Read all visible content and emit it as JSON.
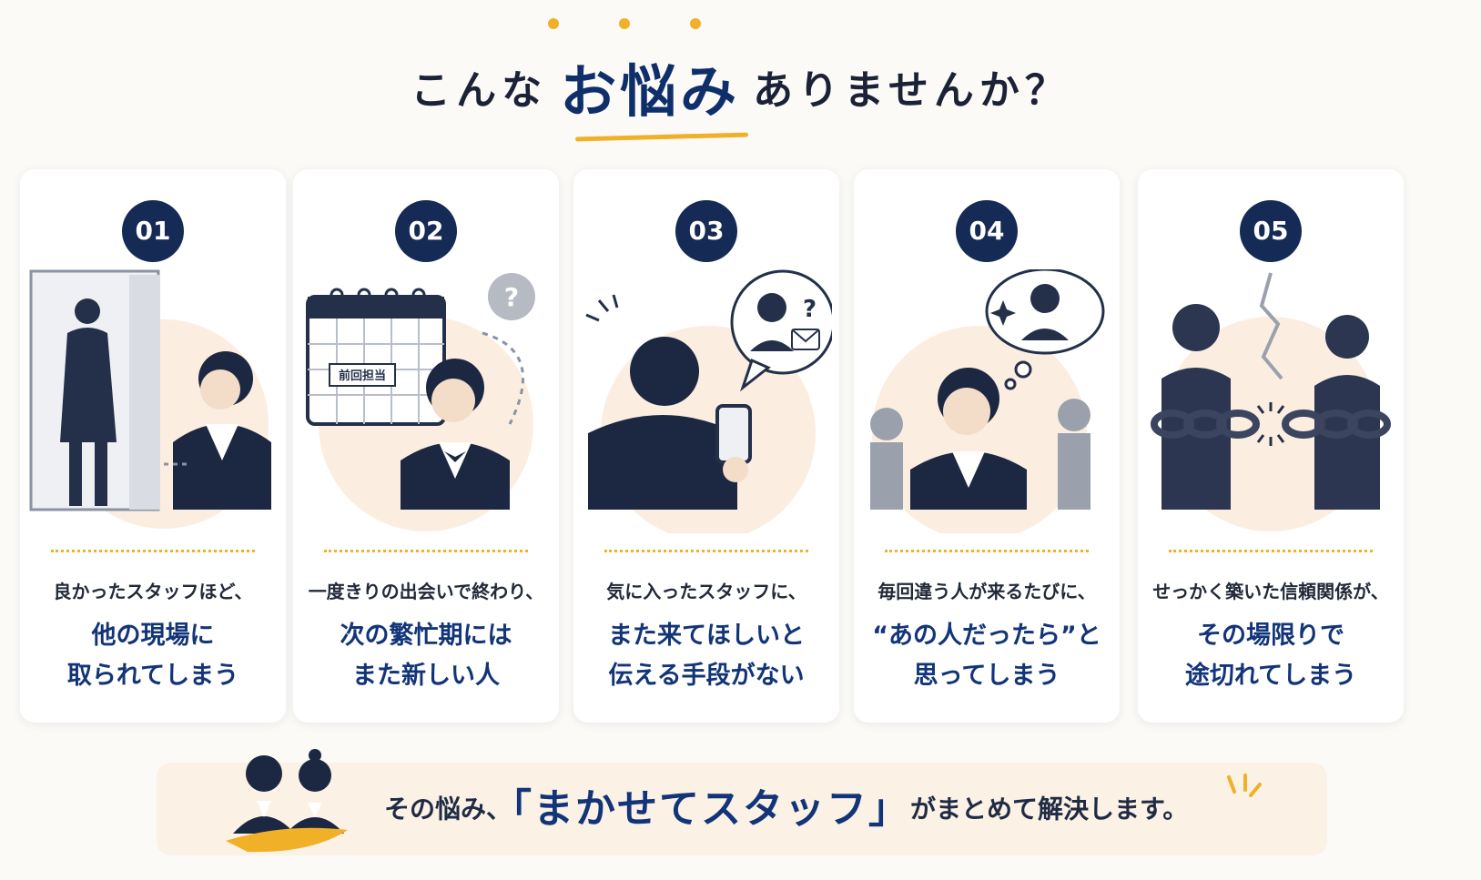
{
  "header": {
    "title_before": "こんな",
    "title_accent": "お悩み",
    "title_after": "ありませんか？"
  },
  "colors": {
    "navy": "#152a55",
    "accent_blue": "#123478",
    "gold": "#f0b128",
    "background": "#fbfaf7",
    "banner": "#fbf1e4"
  },
  "cards": [
    {
      "number": "01",
      "lead": "良かったスタッフほど、",
      "line1": "他の現場に",
      "line2": "取られてしまう",
      "illustration": "staff-leaving-icon"
    },
    {
      "number": "02",
      "lead": "一度きりの出会いで終わり、",
      "line1": "次の繁忙期には",
      "line2": "また新しい人",
      "illustration": "calendar-icon",
      "calendar_label": "前回担当",
      "question_mark": "?"
    },
    {
      "number": "03",
      "lead": "気に入ったスタッフに、",
      "line1": "また来てほしいと",
      "line2": "伝える手段がない",
      "illustration": "smartphone-icon",
      "question_mark": "?"
    },
    {
      "number": "04",
      "lead": "毎回違う人が来るたびに、",
      "line1": "“あの人だったら”と",
      "line2": "思ってしまう",
      "illustration": "thought-bubble-icon"
    },
    {
      "number": "05",
      "lead": "せっかく築いた信頼関係が、",
      "line1": "その場限りで",
      "line2": "途切れてしまう",
      "illustration": "broken-chain-icon"
    }
  ],
  "bottom": {
    "prefix": "その悩み、",
    "brand": "「まかせてスタッフ」",
    "suffix": "がまとめて解決します。",
    "icon": "staff-pair-icon"
  }
}
